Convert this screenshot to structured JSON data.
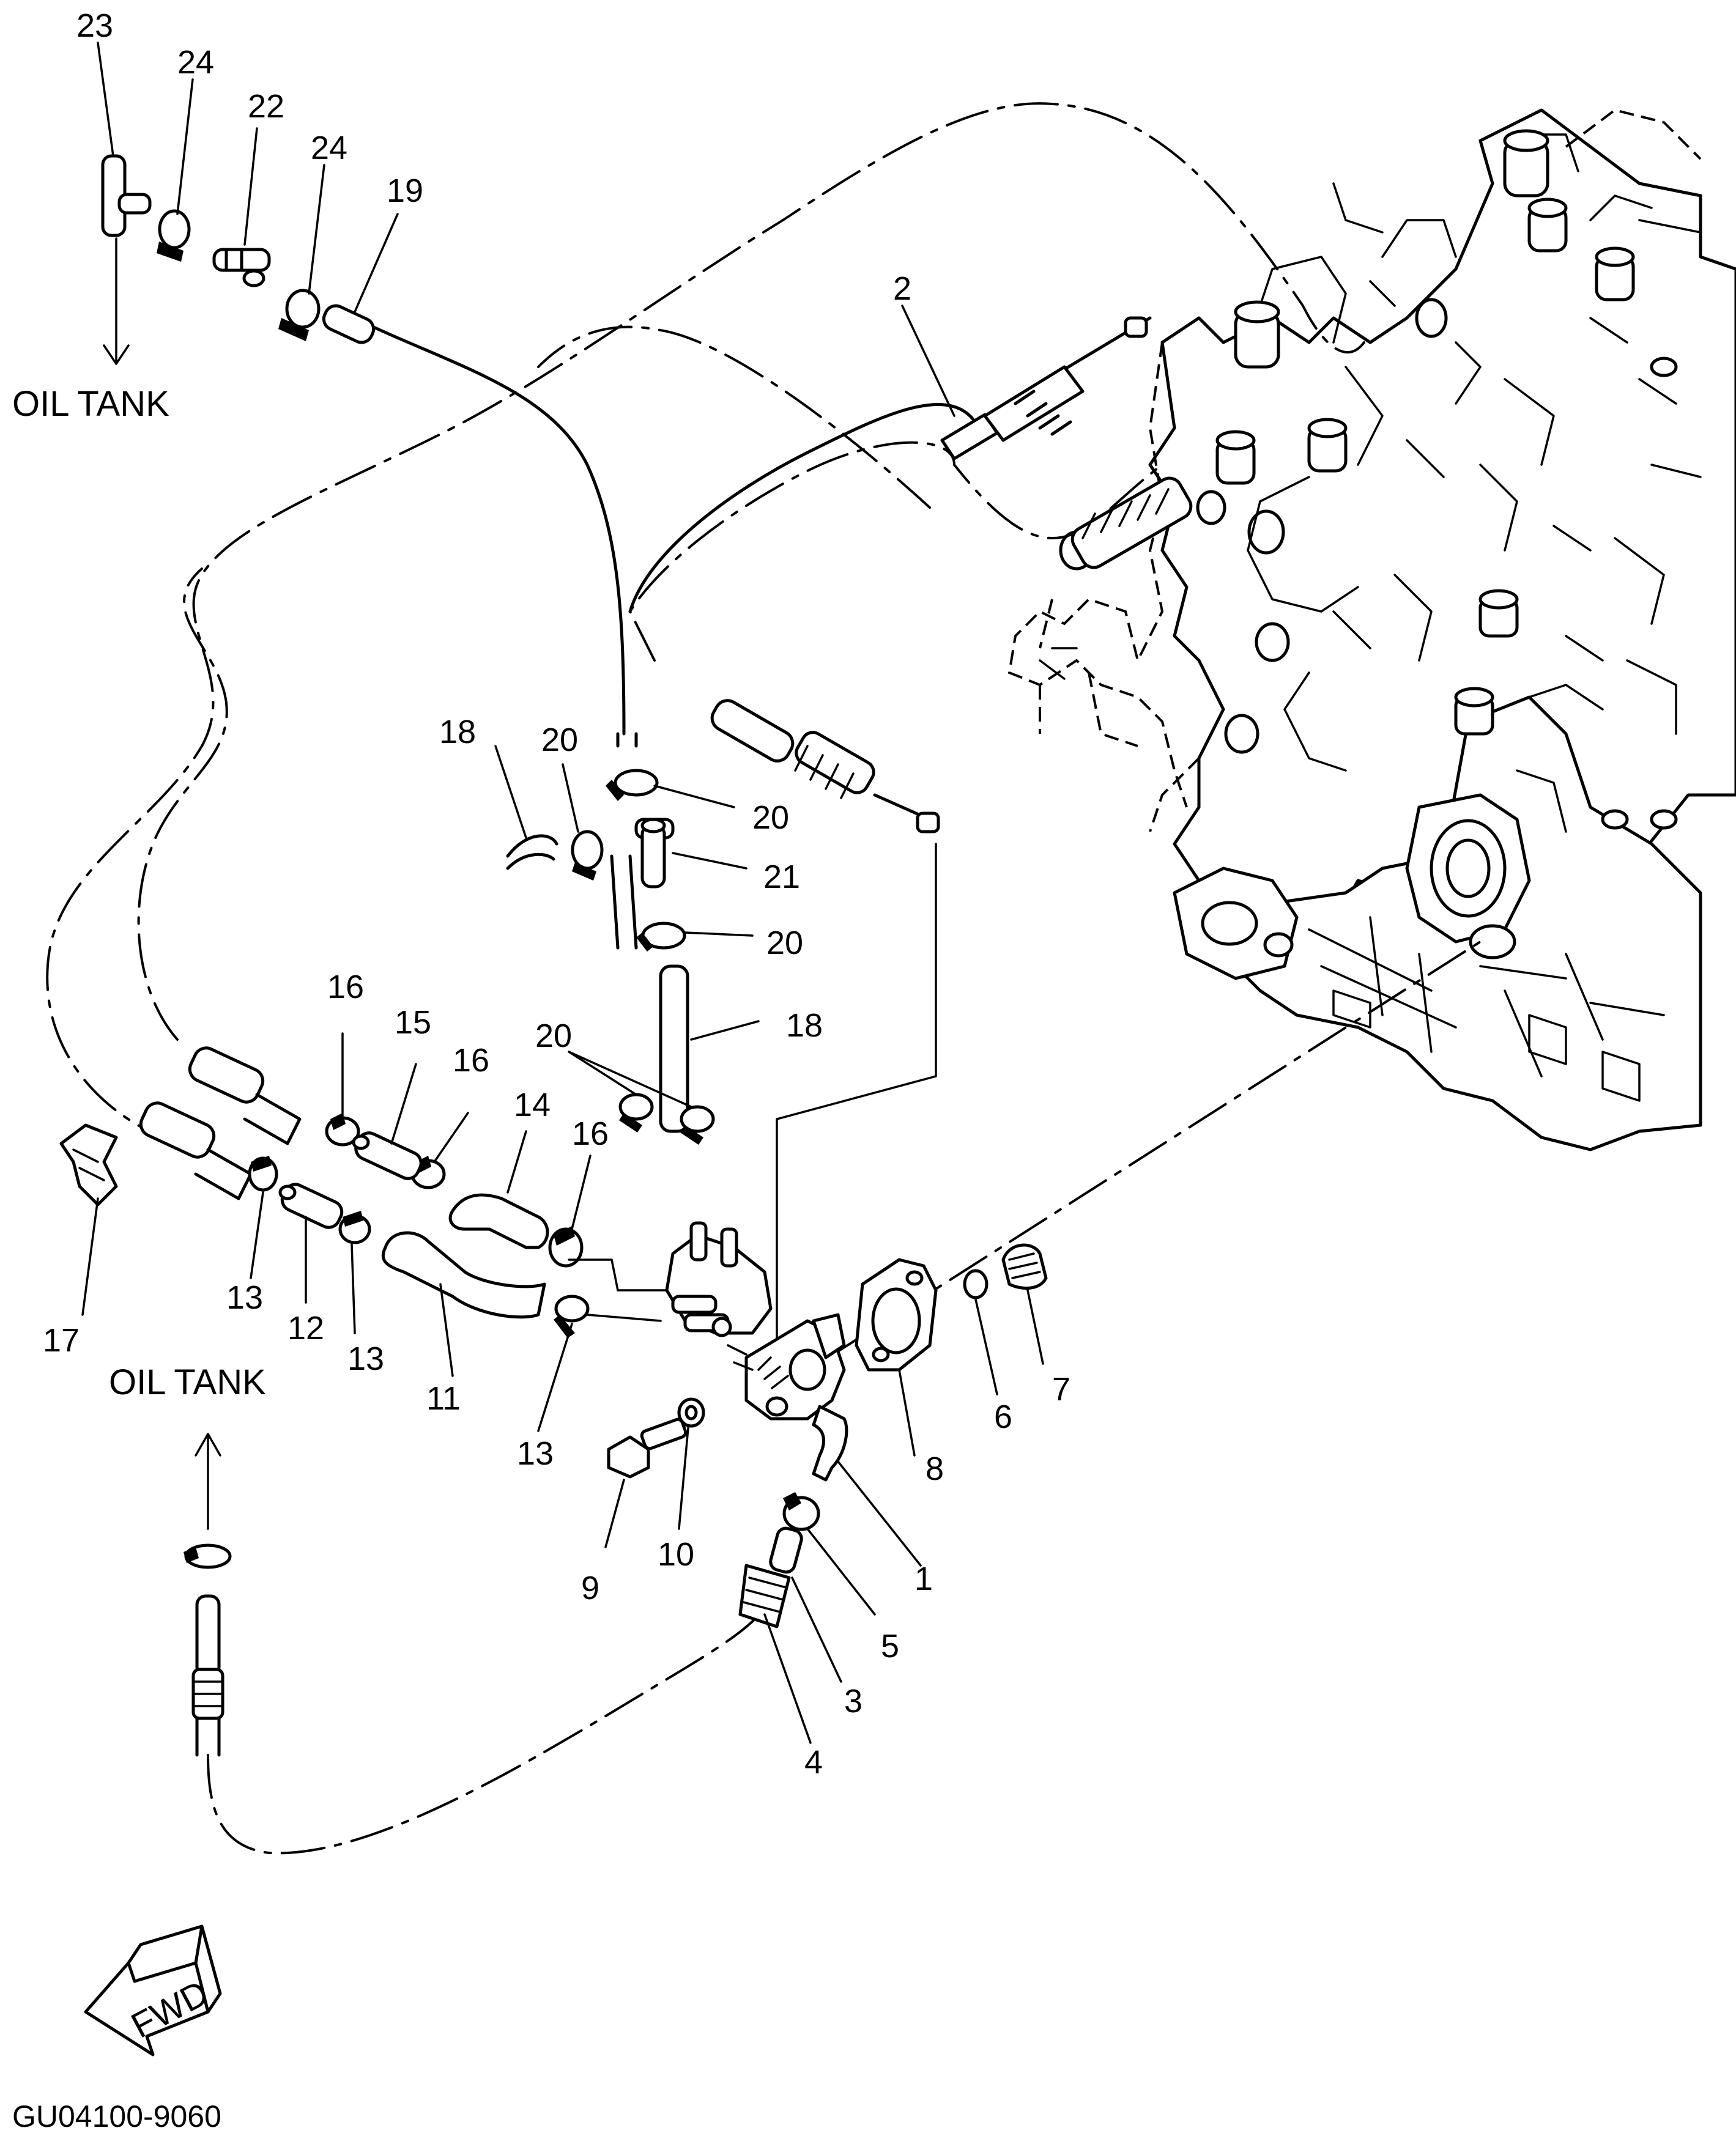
{
  "callouts": {
    "c1": "1",
    "c2": "2",
    "c3": "3",
    "c4": "4",
    "c5": "5",
    "c6": "6",
    "c7": "7",
    "c8": "8",
    "c9": "9",
    "c10": "10",
    "c11": "11",
    "c12": "12",
    "c13a": "13",
    "c13b": "13",
    "c13c": "13",
    "c14": "14",
    "c15": "15",
    "c16a": "16",
    "c16b": "16",
    "c16c": "16",
    "c17": "17",
    "c18a": "18",
    "c18b": "18",
    "c19": "19",
    "c20a": "20",
    "c20b": "20",
    "c20c": "20",
    "c20d": "20",
    "c21": "21",
    "c22": "22",
    "c23": "23",
    "c24a": "24",
    "c24b": "24"
  },
  "labels": {
    "oil_tank_top": "OIL TANK",
    "oil_tank_bottom": "OIL TANK",
    "fwd": "FWD",
    "drawing_code": "GU04100-9060"
  }
}
